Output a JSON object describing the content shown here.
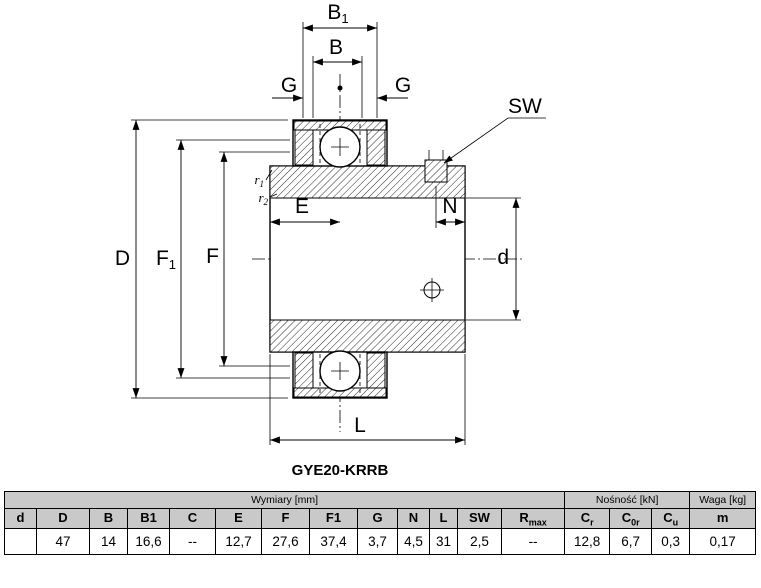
{
  "title": "GYE20-KRRB",
  "drawing": {
    "labels": {
      "b1": {
        "base": "B",
        "sub": "1"
      },
      "b": "B",
      "g_left": "G",
      "g_right": "G",
      "sw": "SW",
      "d_outer": "D",
      "f1": {
        "base": "F",
        "sub": "1"
      },
      "f": "F",
      "e": "E",
      "n": "N",
      "d_bore": "d",
      "l": "L",
      "r1": {
        "base": "r",
        "sub": "1"
      },
      "r2": {
        "base": "r",
        "sub": "2"
      }
    }
  },
  "table": {
    "group_headers": [
      {
        "label": "Wymiary [mm]"
      },
      {
        "label": "Nośność [kN]"
      },
      {
        "label": "Waga [kg]"
      }
    ],
    "columns": [
      {
        "base": "d",
        "sub": "",
        "value": ""
      },
      {
        "base": "D",
        "sub": "",
        "value": "47"
      },
      {
        "base": "B",
        "sub": "",
        "value": "14"
      },
      {
        "base": "B1",
        "sub": "",
        "value": "16,6"
      },
      {
        "base": "C",
        "sub": "",
        "value": "--"
      },
      {
        "base": "E",
        "sub": "",
        "value": "12,7"
      },
      {
        "base": "F",
        "sub": "",
        "value": "27,6"
      },
      {
        "base": "F1",
        "sub": "",
        "value": "37,4"
      },
      {
        "base": "G",
        "sub": "",
        "value": "3,7"
      },
      {
        "base": "N",
        "sub": "",
        "value": "4,5"
      },
      {
        "base": "L",
        "sub": "",
        "value": "31"
      },
      {
        "base": "SW",
        "sub": "",
        "value": "2,5"
      },
      {
        "base": "R",
        "sub": "max",
        "value": "--"
      },
      {
        "base": "C",
        "sub": "r",
        "value": "12,8"
      },
      {
        "base": "C",
        "sub": "0r",
        "value": "6,7"
      },
      {
        "base": "C",
        "sub": "u",
        "value": "0,3"
      },
      {
        "base": "m",
        "sub": "",
        "value": "0,17"
      }
    ]
  }
}
